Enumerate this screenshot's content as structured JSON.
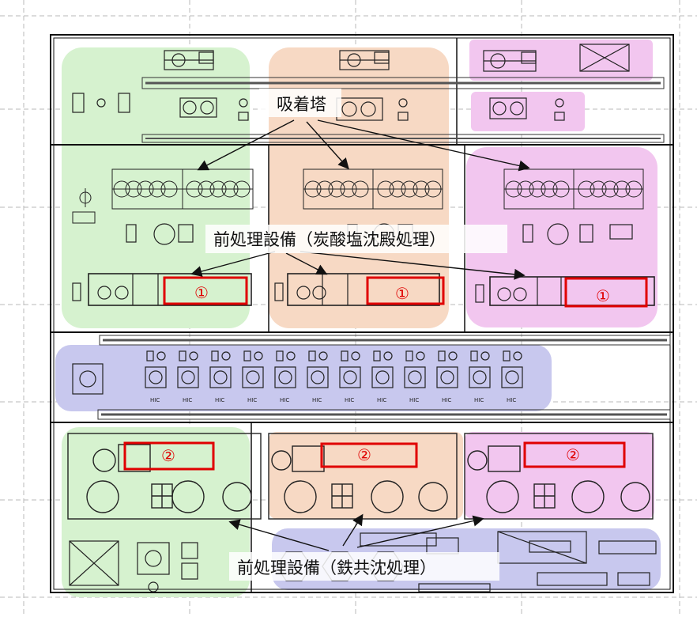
{
  "labels": {
    "adsorption_tower": "吸着塔",
    "pretreatment_carbonate": "前処理設備（炭酸塩沈殿処理）",
    "pretreatment_iron": "前処理設備（鉄共沈処理）"
  },
  "markers": {
    "marker_1": "①",
    "marker_2": "②"
  },
  "zone_colors": {
    "train_a": "#d6f2cf",
    "train_b": "#f7d9c4",
    "train_c": "#f2c6ef",
    "row_header": "#c8c8ee",
    "highlight": "#e00000"
  },
  "tiny_tags": {
    "column_tag": "HIC"
  }
}
